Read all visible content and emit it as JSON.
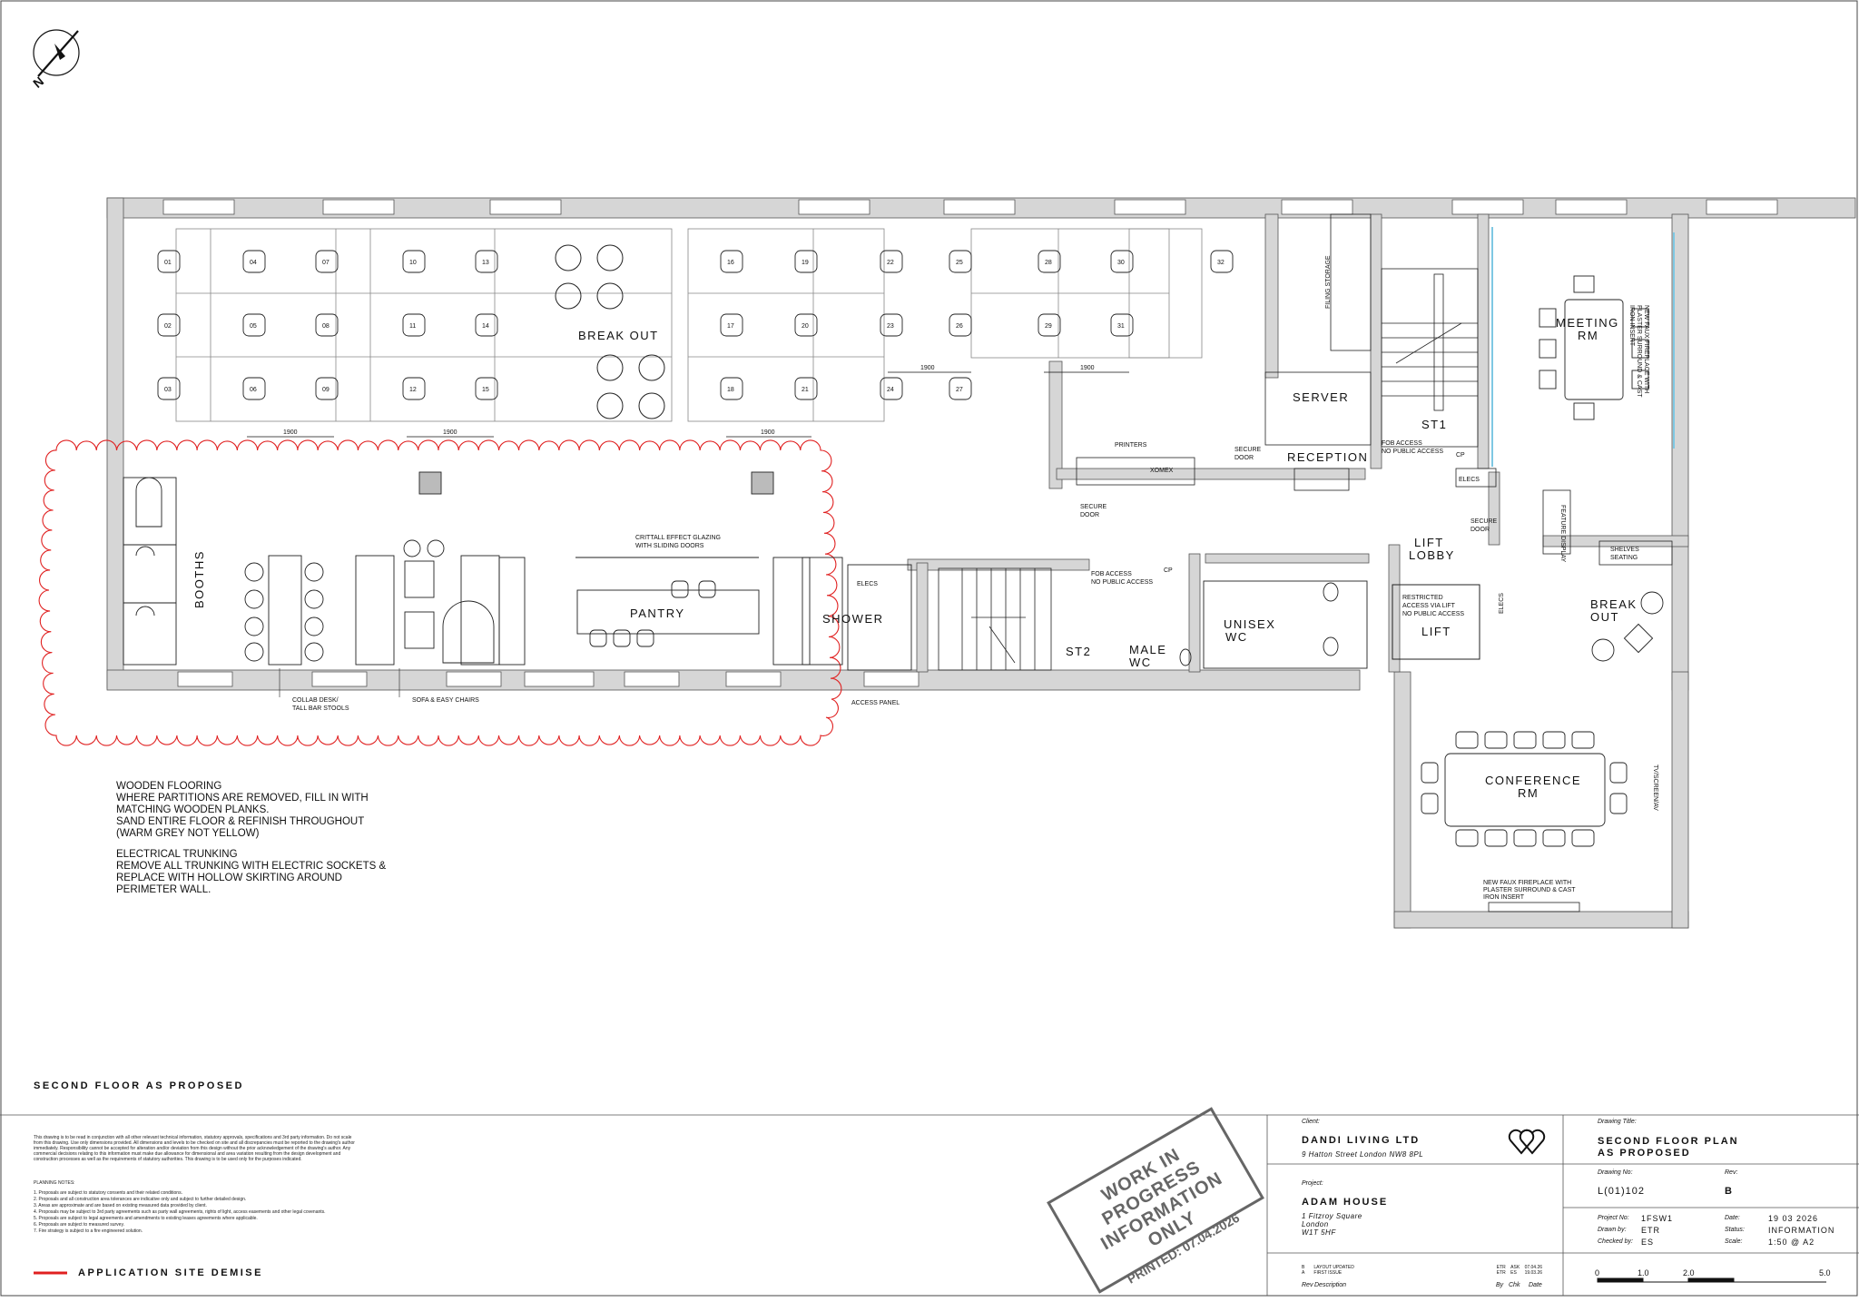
{
  "north_label": "N",
  "rooms": {
    "break_out_main": "BREAK OUT",
    "server": "SERVER",
    "reception": "RECEPTION",
    "st1": "ST1",
    "meeting_rm_1": "MEETING",
    "meeting_rm_2": "RM",
    "booths": "BOOTHS",
    "pantry": "PANTRY",
    "shower": "SHOWER",
    "st2": "ST2",
    "male_wc_1": "MALE",
    "male_wc_2": "WC",
    "unisex_wc_1": "UNISEX",
    "unisex_wc_2": "WC",
    "lift": "LIFT",
    "lift_lobby_1": "LIFT",
    "lift_lobby_2": "LOBBY",
    "break_out_small_1": "BREAK",
    "break_out_small_2": "OUT",
    "conference_1": "CONFERENCE",
    "conference_2": "RM"
  },
  "labels": {
    "filing": "FILING STORAGE",
    "printers": "PRINTERS",
    "xomex": "XOMEX",
    "secure_door_1": "SECURE",
    "secure_door_1b": "DOOR",
    "secure_door_2": "SECURE",
    "secure_door_2b": "DOOR",
    "secure_door_3": "SECURE",
    "secure_door_3b": "DOOR",
    "fob_access_1": "FOB ACCESS",
    "fob_access_1b": "NO PUBLIC ACCESS",
    "fob_access_2": "FOB ACCESS",
    "fob_access_2b": "NO PUBLIC ACCESS",
    "cp_1": "CP",
    "cp_2": "CP",
    "elecs_1": "ELECS",
    "elecs_2": "ELECS",
    "elecs_3": "ELECS",
    "feature_display": "FEATURE DISPLAY",
    "shelves_1": "SHELVES",
    "shelves_2": "SEATING",
    "restricted_1": "RESTRICTED",
    "restricted_2": "ACCESS VIA LIFT",
    "restricted_3": "NO PUBLIC ACCESS",
    "crittall_1": "CRITTALL EFFECT GLAZING",
    "crittall_2": "WITH SLIDING DOORS",
    "collab_1": "COLLAB DESK/",
    "collab_2": "TALL BAR STOOLS",
    "sofa": "SOFA & EASY CHAIRS",
    "access_panel": "ACCESS PANEL",
    "fireplace_right_1": "NEW FAUX FIREPLACE WITH",
    "fireplace_right_2": "PLASTER SURROUND & CAST",
    "fireplace_right_3": "IRON INSERT",
    "fireplace_bottom_1": "NEW FAUX FIREPLACE WITH",
    "fireplace_bottom_2": "PLASTER SURROUND & CAST",
    "fireplace_bottom_3": "IRON INSERT",
    "tv_screen": "TV/SCREEN/AV",
    "dim_1900": "1900"
  },
  "desks": [
    "01",
    "02",
    "03",
    "04",
    "05",
    "06",
    "07",
    "08",
    "09",
    "10",
    "11",
    "12",
    "13",
    "14",
    "15",
    "16",
    "17",
    "18",
    "19",
    "20",
    "21",
    "22",
    "23",
    "24",
    "25",
    "26",
    "27",
    "28",
    "29",
    "30",
    "31",
    "32"
  ],
  "notes": {
    "flooring": "WOODEN FLOORING\nWHERE PARTITIONS ARE REMOVED, FILL IN WITH\nMATCHING WOODEN PLANKS.\nSAND ENTIRE FLOOR & REFINISH THROUGHOUT\n(WARM GREY NOT YELLOW)",
    "trunking": "ELECTRICAL TRUNKING\nREMOVE ALL TRUNKING WITH ELECTRIC SOCKETS &\nREPLACE WITH HOLLOW SKIRTING AROUND\nPERIMETER WALL."
  },
  "sheet_title": "SECOND FLOOR AS PROPOSED",
  "legend": "APPLICATION SITE DEMISE",
  "disclaimer": "This drawing is to be read in conjunction with all other relevant technical information, statutory approvals, specifications and 3rd party information. Do not scale from this drawing. Use only dimensions provided. All dimensions and levels to be checked on site and all discrepancies must be reported to the drawing's author immediately. Responsibility cannot be accepted for alteration and/or deviation from this design without the prior acknowledgement of the drawing's author. Any commercial decisions relating to this information must make due allowance for dimensional and area variation resulting from the design development and construction processes as well as the requirements of statutory authorities. This drawing is to be used only for the purposes indicated.",
  "planning_notes_title": "PLANNING NOTES:",
  "planning_notes": [
    "1.   Proposals are subject to statutory consents and their related conditions.",
    "2.   Proposals and all construction area tolerances are indicative only and subject to further detailed design.",
    "3.   Areas are approximate and are based on existing measured data provided by client.",
    "4.   Proposals may be subject to 3rd party agreements such as party wall agreements, rights of light, access easements and other legal covenants.",
    "5.   Proposals are subject to legal agreements and amendments to existing leases agreements where applicable.",
    "6.   Proposals are subject to measured survey.",
    "7.   Fire strategy is subject to a fire engineered solution."
  ],
  "stamp": {
    "line1": "WORK IN PROGRESS",
    "line2": "INFORMATION ONLY",
    "line3": "PRINTED: 07.04.2026"
  },
  "title_block": {
    "client_label": "Client:",
    "client_name": "DANDI LIVING LTD",
    "client_address": "9 Hatton Street London NW8 8PL",
    "project_label": "Project:",
    "project_name": "ADAM HOUSE",
    "project_addr1": "1 Fitzroy Square",
    "project_addr2": "London",
    "project_addr3": "W1T 5HF",
    "drawing_title_label": "Drawing Title:",
    "drawing_title_1": "SECOND FLOOR PLAN",
    "drawing_title_2": "AS PROPOSED",
    "drawing_no_label": "Drawing No:",
    "drawing_no": "L(01)102",
    "rev_label": "Rev:",
    "rev": "B",
    "project_no_label": "Project No:",
    "project_no": "1FSW1",
    "drawn_label": "Drawn by:",
    "drawn": "ETR",
    "checked_label": "Checked by:",
    "checked": "ES",
    "date_label": "Date:",
    "date": "19 03 2026",
    "status_label": "Status:",
    "status": "INFORMATION",
    "scale_label": "Scale:",
    "scale": "1:50 @ A2",
    "rev_rows": [
      {
        "rev": "B",
        "desc": "LAYOUT UPDATED",
        "by": "ETR",
        "chk": "ASK",
        "date": "07.04.26"
      },
      {
        "rev": "A",
        "desc": "FIRST ISSUE",
        "by": "ETR",
        "chk": "ES",
        "date": "19.03.26"
      }
    ],
    "rev_head_rev": "Rev",
    "rev_head_desc": "Description",
    "rev_head_by": "By",
    "rev_head_chk": "Chk",
    "rev_head_date": "Date",
    "scale_ticks": [
      "0",
      "1.0",
      "2.0",
      "5.0"
    ]
  },
  "colors": {
    "line": "#222222",
    "wall": "#d4d4d4",
    "demise": "#e02020",
    "glazing": "#7ec8e3"
  }
}
